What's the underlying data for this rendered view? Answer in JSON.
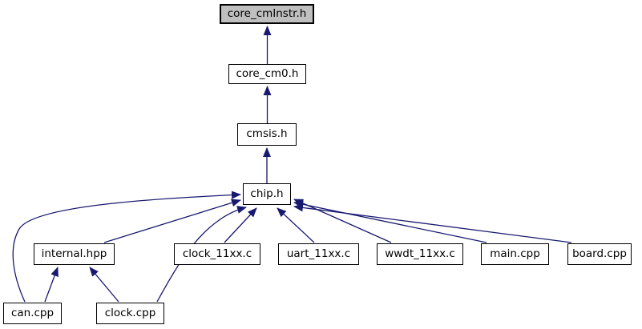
{
  "diagram": {
    "kind": "include-dependency-graph",
    "background_color": "#ffffff",
    "edge_color": "#191970",
    "node_fill": "#ffffff",
    "node_border_color": "#000000",
    "selected_node_fill": "#bfbfbf",
    "text_color": "#000000"
  },
  "nodes": [
    {
      "id": "core_cmInstr_h",
      "label": "core_cmInstr.h",
      "selected": true
    },
    {
      "id": "core_cm0_h",
      "label": "core_cm0.h",
      "selected": false
    },
    {
      "id": "cmsis_h",
      "label": "cmsis.h",
      "selected": false
    },
    {
      "id": "chip_h",
      "label": "chip.h",
      "selected": false
    },
    {
      "id": "internal_hpp",
      "label": "internal.hpp",
      "selected": false
    },
    {
      "id": "clock_11xx_c",
      "label": "clock_11xx.c",
      "selected": false
    },
    {
      "id": "uart_11xx_c",
      "label": "uart_11xx.c",
      "selected": false
    },
    {
      "id": "wwdt_11xx_c",
      "label": "wwdt_11xx.c",
      "selected": false
    },
    {
      "id": "main_cpp",
      "label": "main.cpp",
      "selected": false
    },
    {
      "id": "board_cpp",
      "label": "board.cpp",
      "selected": false
    },
    {
      "id": "can_cpp",
      "label": "can.cpp",
      "selected": false
    },
    {
      "id": "clock_cpp",
      "label": "clock.cpp",
      "selected": false
    }
  ],
  "edges": [
    {
      "from": "core_cm0.h",
      "to": "core_cmInstr.h"
    },
    {
      "from": "cmsis.h",
      "to": "core_cm0.h"
    },
    {
      "from": "chip.h",
      "to": "cmsis.h"
    },
    {
      "from": "internal.hpp",
      "to": "chip.h"
    },
    {
      "from": "can.cpp",
      "to": "chip.h"
    },
    {
      "from": "clock.cpp",
      "to": "chip.h"
    },
    {
      "from": "clock_11xx.c",
      "to": "chip.h"
    },
    {
      "from": "uart_11xx.c",
      "to": "chip.h"
    },
    {
      "from": "wwdt_11xx.c",
      "to": "chip.h"
    },
    {
      "from": "main.cpp",
      "to": "chip.h"
    },
    {
      "from": "board.cpp",
      "to": "chip.h"
    },
    {
      "from": "can.cpp",
      "to": "internal.hpp"
    },
    {
      "from": "clock.cpp",
      "to": "internal.hpp"
    }
  ]
}
